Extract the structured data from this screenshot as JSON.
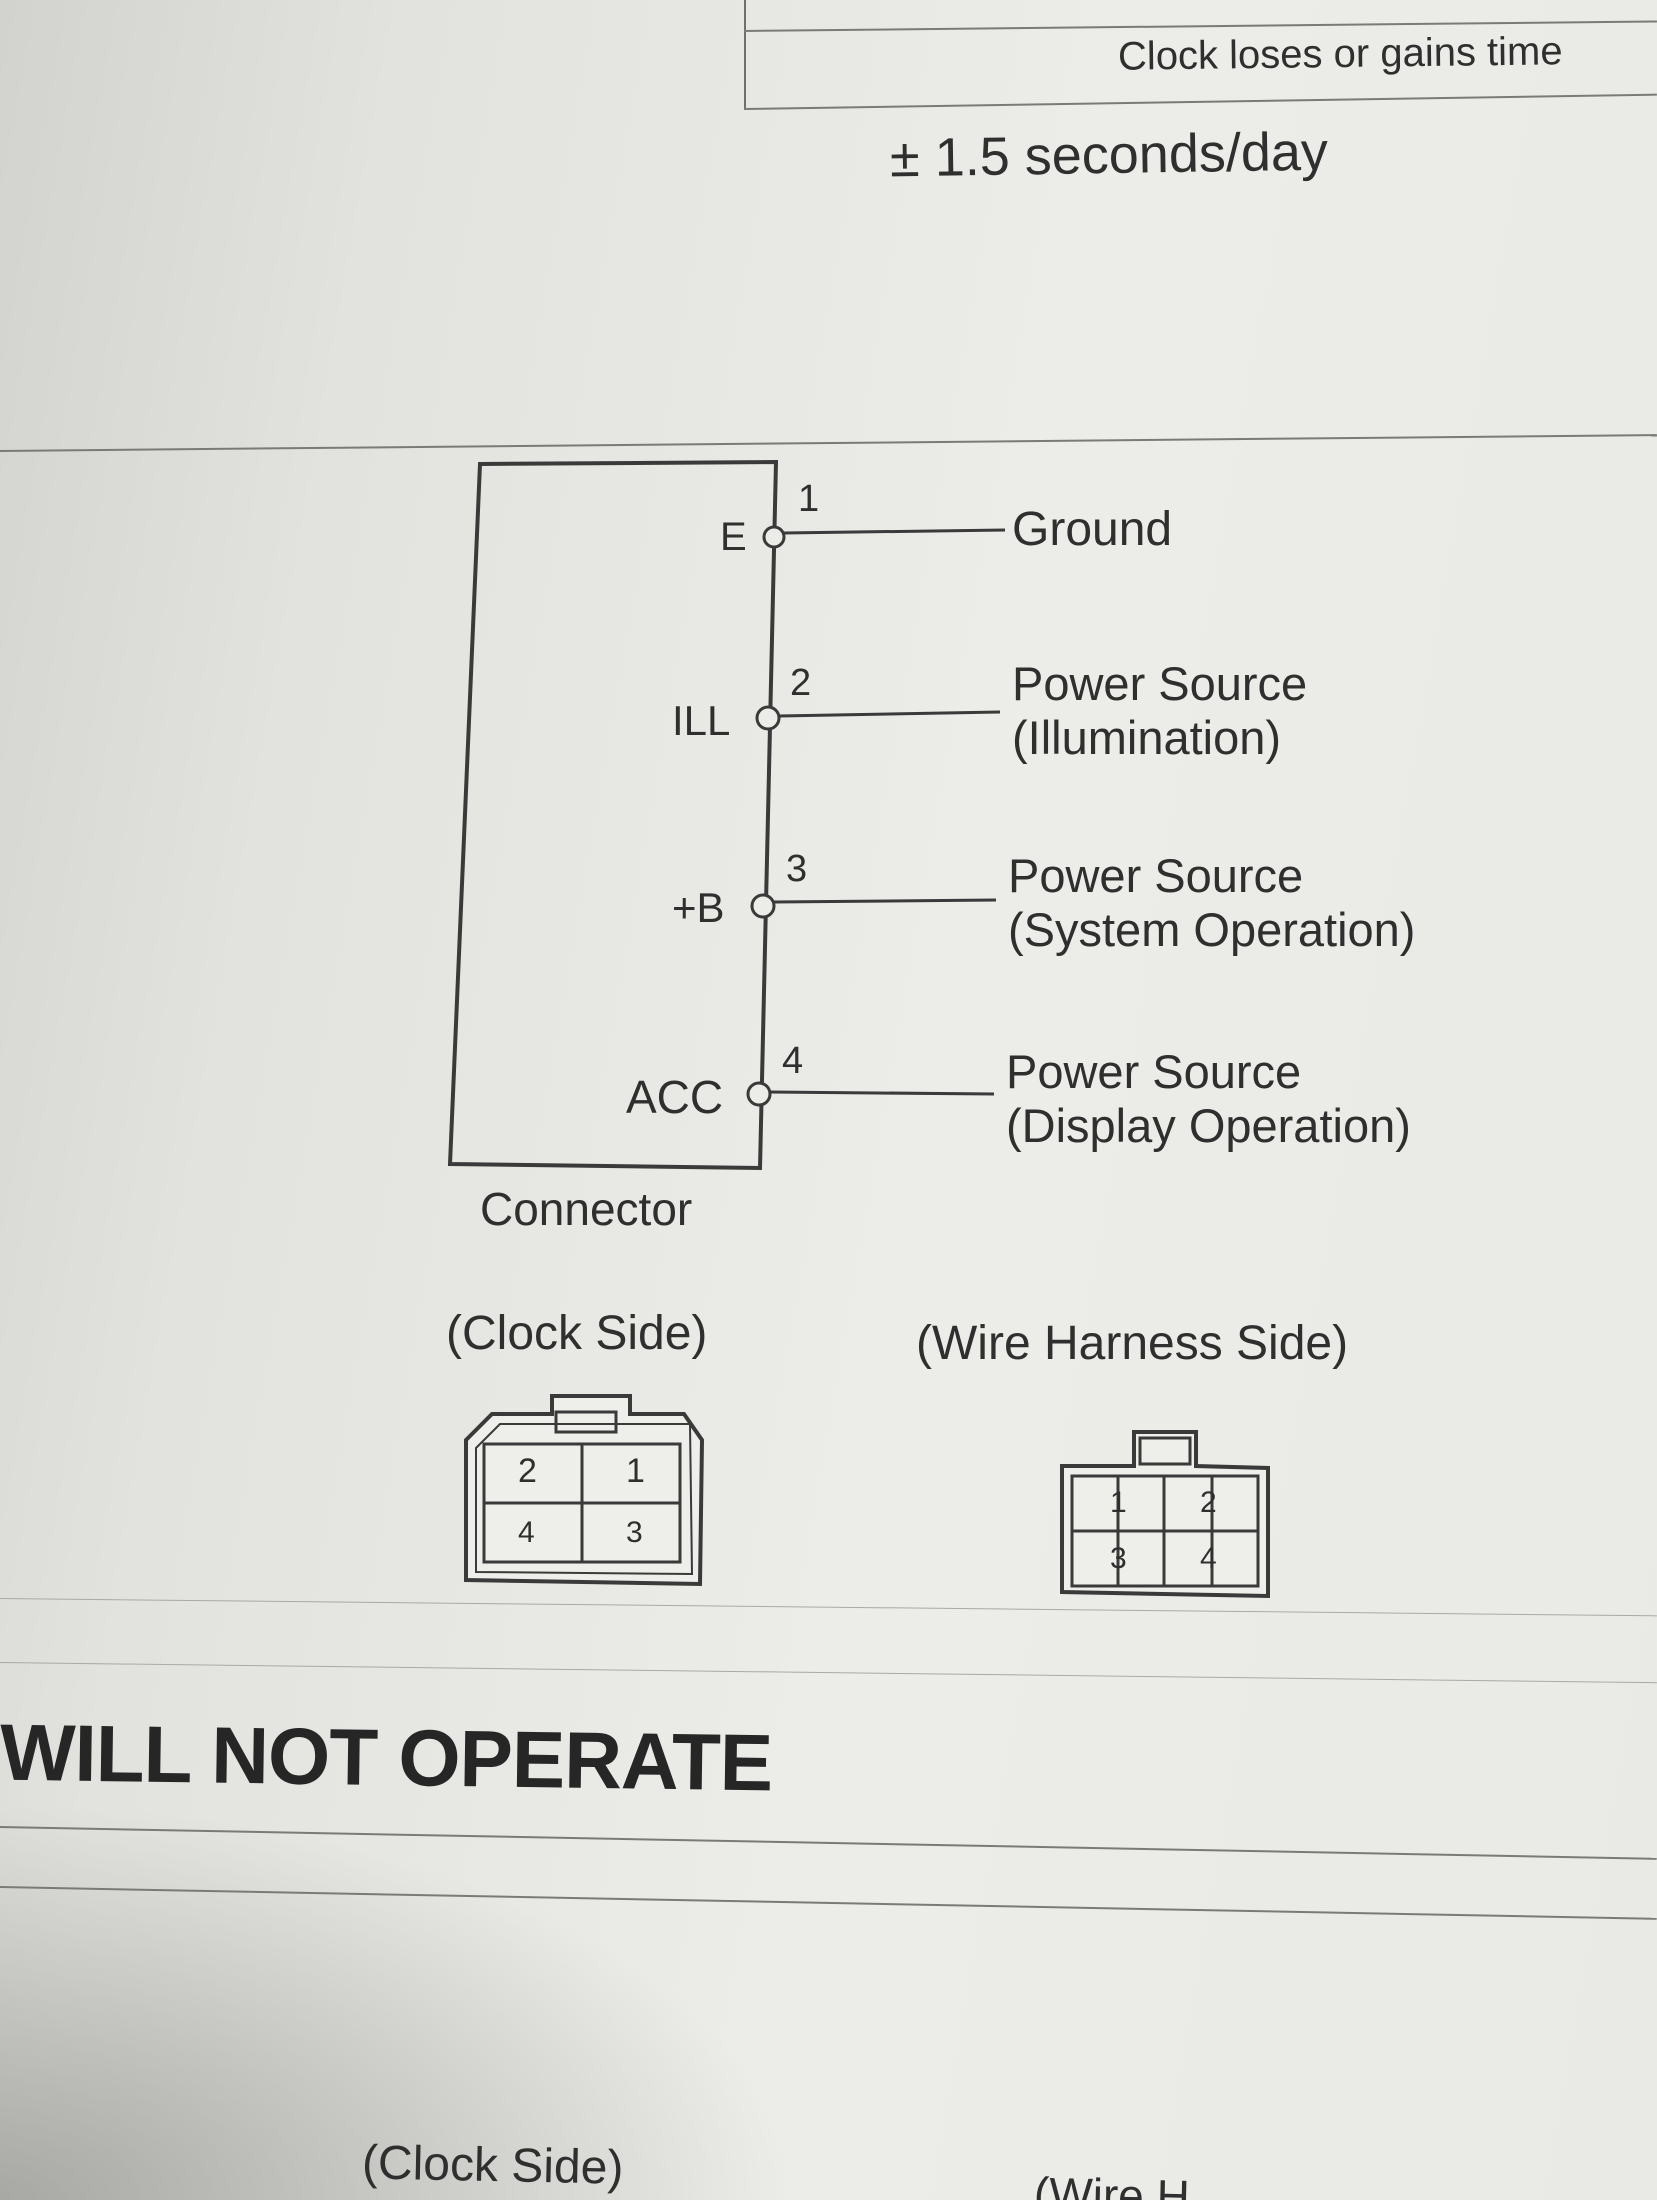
{
  "spec_table": {
    "column_header": "Clock loses or gains time",
    "value": "± 1.5 seconds/day"
  },
  "diagram": {
    "connector_label": "Connector",
    "pins": [
      {
        "number": "1",
        "terminal": "E",
        "signal_line1": "Ground",
        "signal_line2": ""
      },
      {
        "number": "2",
        "terminal": "ILL",
        "signal_line1": "Power Source",
        "signal_line2": "(Illumination)"
      },
      {
        "number": "3",
        "terminal": "+B",
        "signal_line1": "Power Source",
        "signal_line2": "(System Operation)"
      },
      {
        "number": "4",
        "terminal": "ACC",
        "signal_line1": "Power Source",
        "signal_line2": "(Display Operation)"
      }
    ]
  },
  "connector_views": {
    "clock_side": {
      "label": "(Clock Side)",
      "top_row": [
        "2",
        "1"
      ],
      "bottom_row": [
        "4",
        "3"
      ]
    },
    "harness_side": {
      "label": "(Wire Harness Side)",
      "top_row": [
        "1",
        "2"
      ],
      "bottom_row": [
        "3",
        "4"
      ]
    }
  },
  "section_heading": "WILL NOT OPERATE",
  "next_section": {
    "clock_side_label": "(Clock Side)",
    "harness_side_partial_label": "(Wire H"
  }
}
